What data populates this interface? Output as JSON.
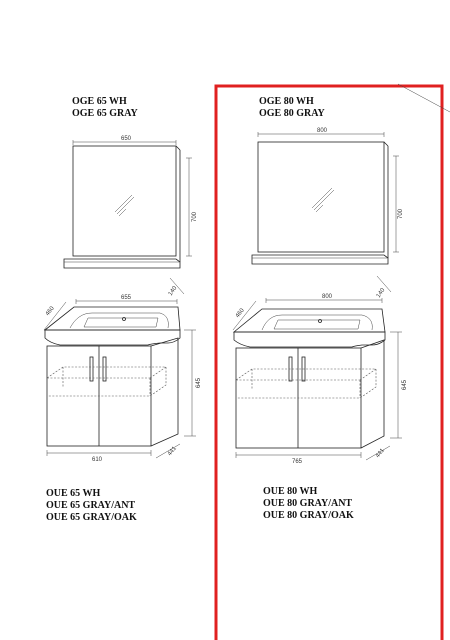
{
  "left": {
    "mirror_titles": [
      "OGE 65 WH",
      "OGE 65 GRAY"
    ],
    "mirror_dims": {
      "width": "650",
      "height": "700",
      "depth": "140"
    },
    "cabinet_dims": {
      "top_width": "655",
      "depth_top": "460",
      "height": "645",
      "bottom_width": "610",
      "depth_bottom": "441"
    },
    "cabinet_titles": [
      "OUE 65 WH",
      "OUE 65 GRAY/ANT",
      "OUE 65 GRAY/OAK"
    ]
  },
  "right": {
    "mirror_titles": [
      "OGE 80 WH",
      "OGE 80 GRAY"
    ],
    "mirror_dims": {
      "width": "800",
      "height": "700",
      "depth": "140"
    },
    "cabinet_dims": {
      "top_width": "800",
      "depth_top": "460",
      "height": "645",
      "bottom_width": "765",
      "depth_bottom": "441"
    },
    "cabinet_titles": [
      "OUE 80 WH",
      "OUE 80 GRAY/ANT",
      "OUE 80 GRAY/OAK"
    ]
  },
  "colors": {
    "highlight": "#e02020",
    "line": "#222222"
  }
}
